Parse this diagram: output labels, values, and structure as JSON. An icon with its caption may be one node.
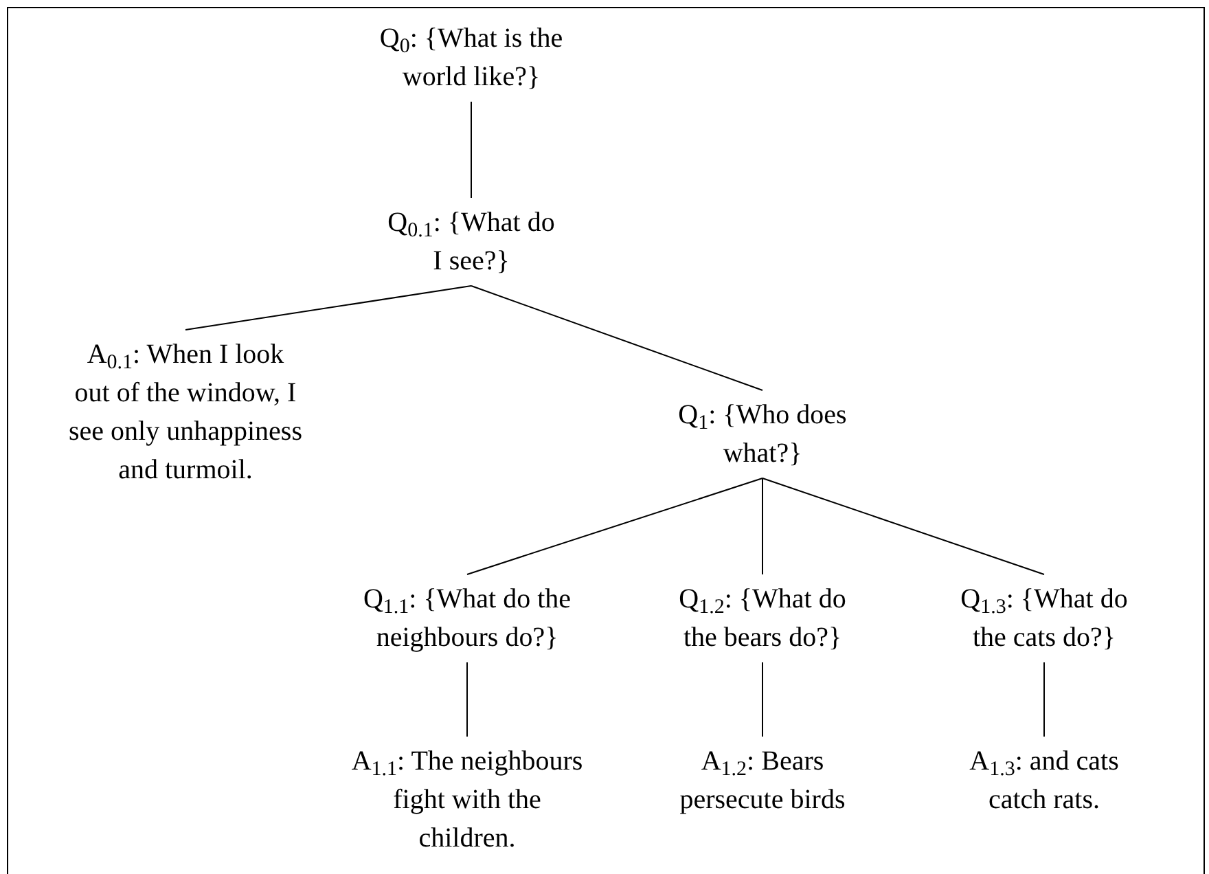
{
  "diagram": {
    "nodes": [
      {
        "text": [
          "Q$_{0}$: {What is the world like?}"
        ]
      },
      {
        "text": [
          "Q$_{0.1}$: {What do I see?}"
        ]
      },
      {
        "text": [
          "A$_{0.1}$: When I look out of the window, I see only unhappiness and turmoil."
        ]
      },
      {
        "text": [
          "Q$_{1}$: {Who does what?}"
        ]
      },
      {
        "text": [
          "Q$_{1.1}$: {What do the neighbours do?}"
        ]
      },
      {
        "text": [
          "Q$_{1.2}$: {What do the bears do?}"
        ]
      },
      {
        "text": [
          "Q$_{1.3}$: {What do the cats do?}"
        ]
      },
      {
        "text": [
          "A$_{1.1}$: The neighbours fight with the children."
        ]
      },
      {
        "text": [
          "A$_{1.2}$: Bears persecute birds"
        ]
      },
      {
        "text": [
          "A$_{1.3}$: and cats catch rats."
        ]
      }
    ],
    "edges": [
      {
        "from": 0,
        "to": 1,
        "arrow": "none"
      },
      {
        "from": 1,
        "to": 2,
        "arrow": "none"
      },
      {
        "from": 1,
        "to": 3,
        "arrow": "none"
      },
      {
        "from": 3,
        "to": 4,
        "arrow": "none"
      },
      {
        "from": 3,
        "to": 5,
        "arrow": "none"
      },
      {
        "from": 3,
        "to": 6,
        "arrow": "none"
      },
      {
        "from": 4,
        "to": 7,
        "arrow": "none"
      },
      {
        "from": 5,
        "to": 8,
        "arrow": "none"
      },
      {
        "from": 6,
        "to": 9,
        "arrow": "none"
      }
    ]
  }
}
